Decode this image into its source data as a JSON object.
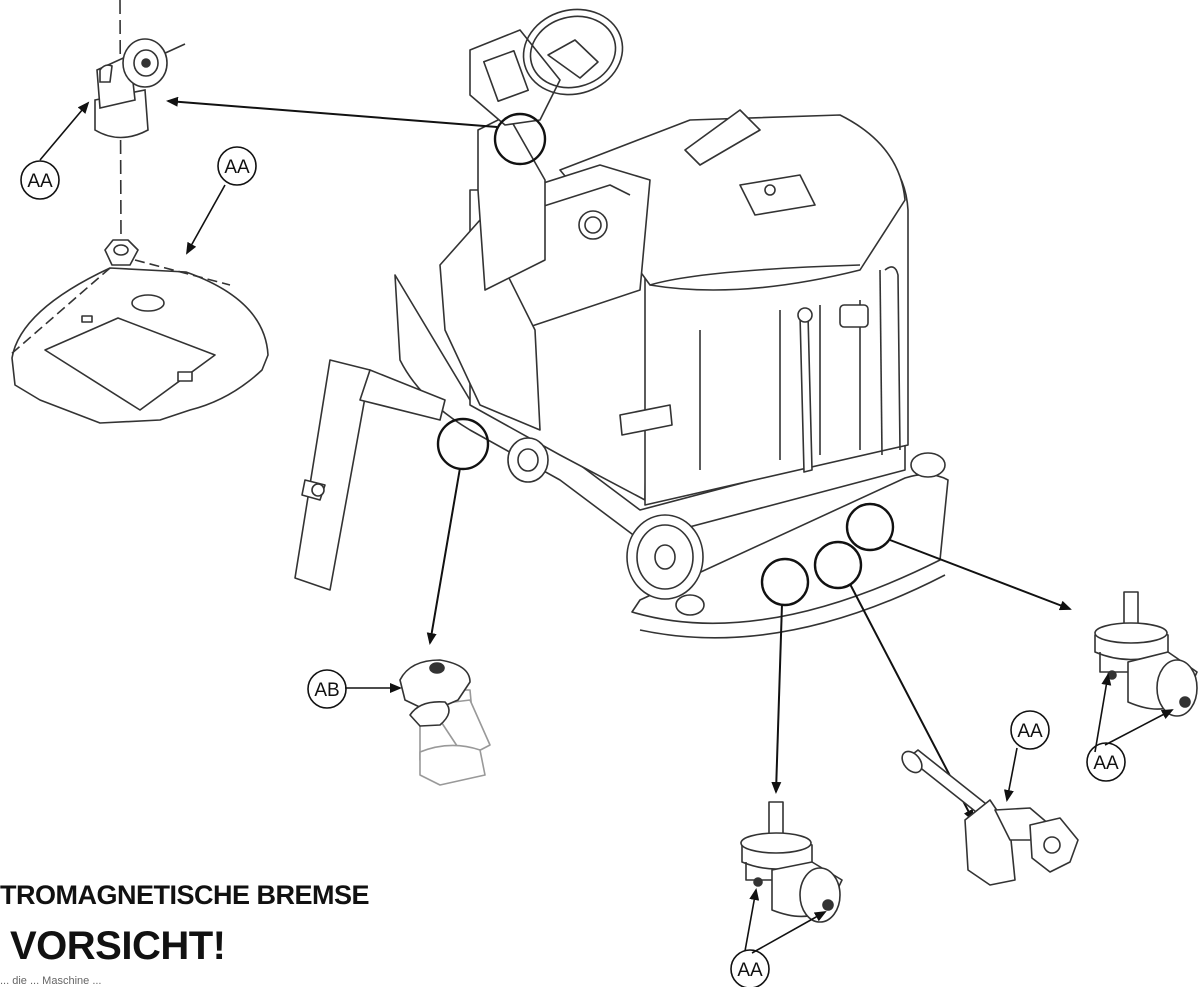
{
  "labels": {
    "aa": "AA",
    "ab": "AB"
  },
  "heading": "TROMAGNETISCHE BREMSE",
  "caution": "VORSICHT!",
  "footnote": "... die ... Maschine ... ",
  "colors": {
    "ink": "#111111",
    "line": "#333333"
  }
}
